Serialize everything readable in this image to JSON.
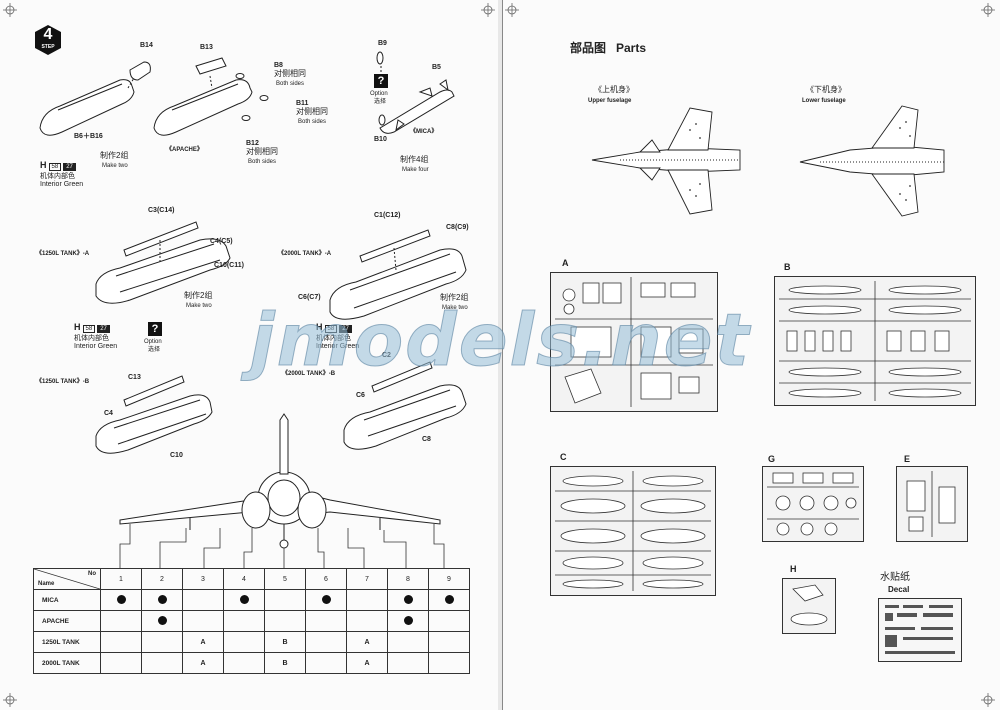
{
  "step": {
    "number": "4",
    "label": "STEP"
  },
  "parts_left": {
    "b14": "B14",
    "b6b16": "B6＋B16",
    "b13": "B13",
    "b8": "B8",
    "both1_cn": "对侧相同",
    "both1_en": "Both sides",
    "b11": "B11",
    "both2_cn": "对侧相同",
    "both2_en": "Both sides",
    "b12": "B12",
    "both3_cn": "对侧相同",
    "both3_en": "Both sides",
    "apache": "《APACHE》",
    "b9": "B9",
    "b5": "B5",
    "b10": "B10",
    "mica": "《MICA》",
    "option_en": "Option",
    "option_cn": "选择",
    "make2_cn": "制作2组",
    "make2_en": "Make two",
    "make4_cn": "制作4组",
    "make4_en": "Make four",
    "c3c14": "C3(C14)",
    "c4c5": "C4(C5)",
    "c10c11": "C10(C11)",
    "tank1250a": "《1250L TANK》-A",
    "make2b_cn": "制作2组",
    "make2b_en": "Make two",
    "c1c12": "C1(C12)",
    "c8c9": "C8(C9)",
    "c6c7": "C6(C7)",
    "tank2000a": "《2000L TANK》-A",
    "make2c_cn": "制作2组",
    "make2c_en": "Make two",
    "option2_en": "Option",
    "option2_cn": "选择",
    "c13": "C13",
    "c4": "C4",
    "c10": "C10",
    "tank1250b": "《1250L TANK》-B",
    "c2": "C2",
    "c6": "C6",
    "c8": "C8",
    "tank2000b": "《2000L TANK》-B"
  },
  "paints": [
    {
      "letter": "H",
      "code1": "58",
      "code2": "27",
      "cn": "机体内部色",
      "en": "Interior Green"
    },
    {
      "letter": "H",
      "code1": "58",
      "code2": "27",
      "cn": "机体内部色",
      "en": "Interior Green"
    },
    {
      "letter": "H",
      "code1": "58",
      "code2": "27",
      "cn": "机体内部色",
      "en": "Interior Green"
    }
  ],
  "table": {
    "header_name": "Name",
    "header_no": "No",
    "columns": [
      "1",
      "2",
      "3",
      "4",
      "5",
      "6",
      "7",
      "8",
      "9"
    ],
    "rows": [
      {
        "name": "MICA",
        "cells": [
          "dot",
          "dot",
          "",
          "dot",
          "",
          "dot",
          "",
          "dot",
          "dot"
        ]
      },
      {
        "name": "APACHE",
        "cells": [
          "",
          "dot",
          "",
          "",
          "",
          "",
          "",
          "dot",
          ""
        ]
      },
      {
        "name": "1250L TANK",
        "cells": [
          "",
          "",
          "A",
          "",
          "B",
          "",
          "A",
          "",
          ""
        ]
      },
      {
        "name": "2000L TANK",
        "cells": [
          "",
          "",
          "A",
          "",
          "B",
          "",
          "A",
          "",
          ""
        ]
      }
    ]
  },
  "right": {
    "title_cn": "部品图",
    "title_en": "Parts",
    "upper_cn": "《上机身》",
    "upper_en": "Upper fuselage",
    "lower_cn": "《下机身》",
    "lower_en": "Lower fuselage",
    "tree_a": "A",
    "tree_b": "B",
    "tree_c": "C",
    "tree_g": "G",
    "tree_e": "E",
    "tree_h": "H",
    "decal_cn": "水贴纸",
    "decal_en": "Decal"
  },
  "watermark": "jmodels.net"
}
